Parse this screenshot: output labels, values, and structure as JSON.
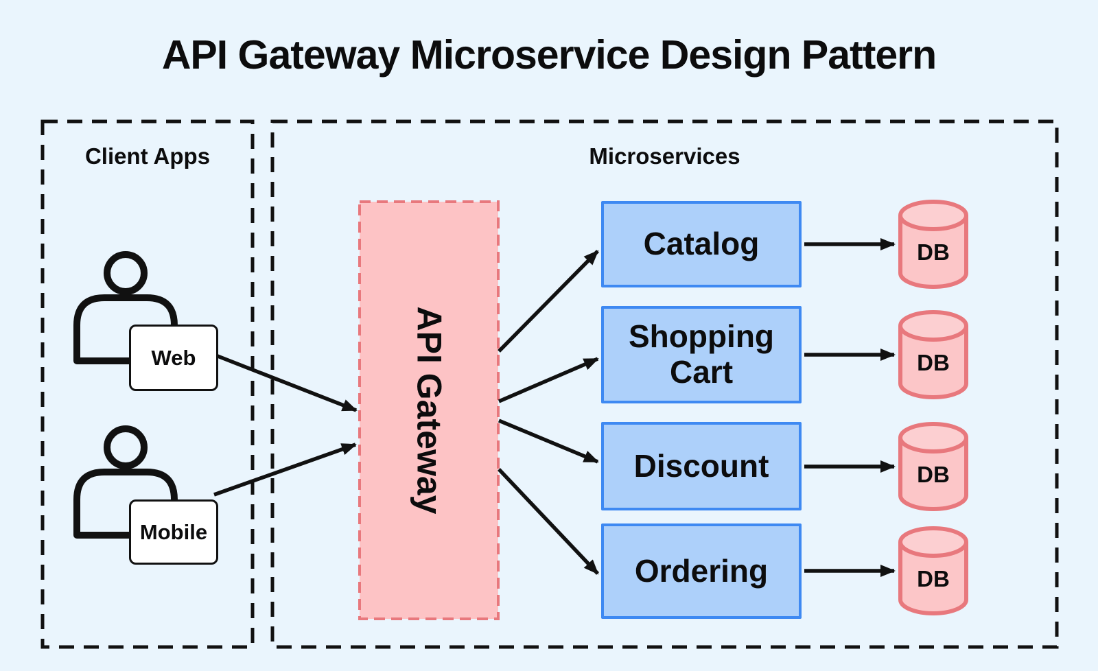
{
  "title": "API Gateway Microservice Design Pattern",
  "colors": {
    "background": "#EAF5FD",
    "text": "#0c0c0d",
    "outline": "#111111",
    "arrow": "#111111",
    "gateway_fill": "#FDC3C5",
    "gateway_border": "#E8787D",
    "service_fill": "#ADD0FA",
    "service_border": "#3E89F2",
    "db_fill": "#FCC6C8",
    "db_fill_top": "#FCCFD1",
    "db_border": "#E8787D"
  },
  "client_apps": {
    "label": "Client Apps",
    "clients": [
      {
        "label": "Web",
        "icon": "user-icon"
      },
      {
        "label": "Mobile",
        "icon": "user-icon"
      }
    ]
  },
  "microservices": {
    "label": "Microservices",
    "gateway": {
      "label": "API Gateway"
    },
    "services": [
      {
        "label": "Catalog",
        "db_label": "DB",
        "db_icon": "database-icon"
      },
      {
        "label": "Shopping Cart",
        "db_label": "DB",
        "db_icon": "database-icon"
      },
      {
        "label": "Discount",
        "db_label": "DB",
        "db_icon": "database-icon"
      },
      {
        "label": "Ordering",
        "db_label": "DB",
        "db_icon": "database-icon"
      }
    ]
  }
}
